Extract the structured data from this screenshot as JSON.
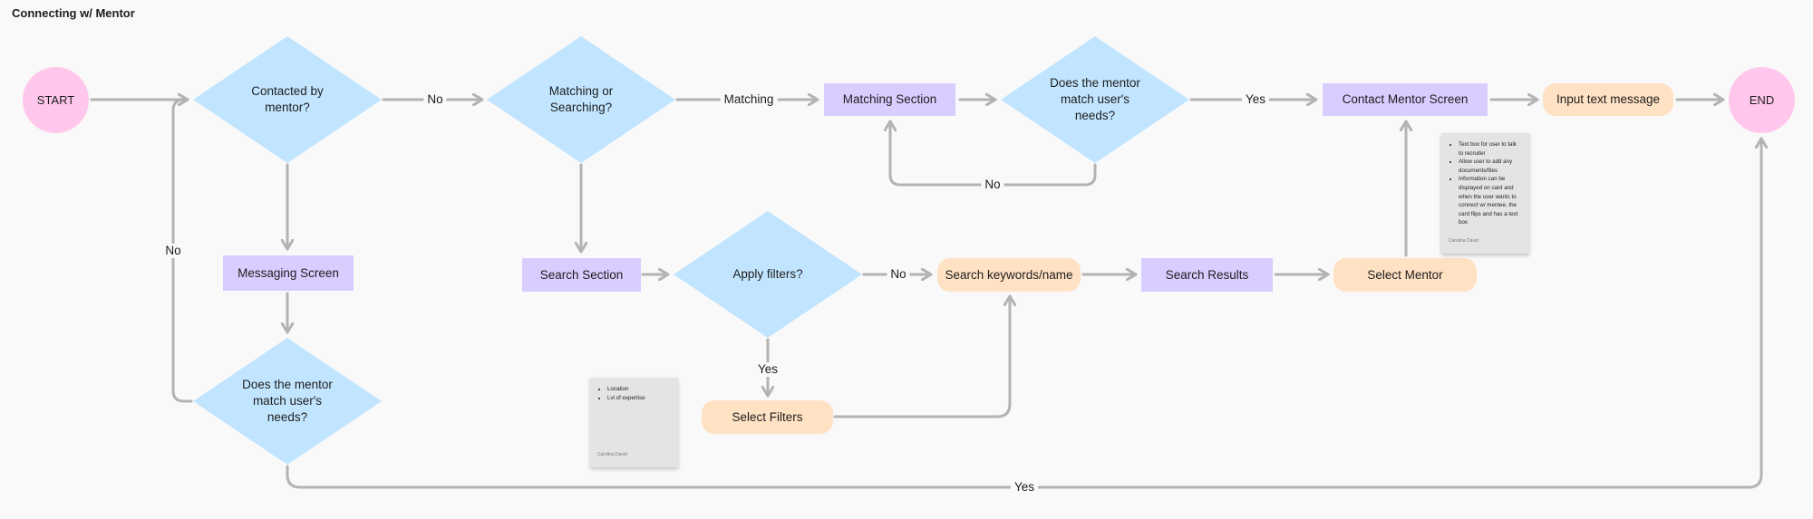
{
  "title": "Connecting w/ Mentor",
  "nodes": {
    "start": "START",
    "end": "END",
    "contacted": "Contacted by mentor?",
    "matching_or_searching": "Matching or Searching?",
    "matching_section": "Matching Section",
    "mentor_match_top": "Does the mentor match user's needs?",
    "contact_mentor_screen": "Contact Mentor Screen",
    "input_text_message": "Input text message",
    "messaging_screen": "Messaging Screen",
    "mentor_match_bottom": "Does the mentor match user's needs?",
    "search_section": "Search Section",
    "apply_filters": "Apply filters?",
    "search_keywords": "Search keywords/name",
    "search_results": "Search Results",
    "select_mentor": "Select Mentor",
    "select_filters": "Select Filters"
  },
  "edge_labels": {
    "no_contacted": "No",
    "matching": "Matching",
    "yes_top": "Yes",
    "no_loop_top": "No",
    "no_loop_left": "No",
    "no_filters": "No",
    "yes_filters": "Yes",
    "yes_bottom": "Yes"
  },
  "notes": {
    "filters": {
      "items": [
        "Location",
        "Lvl of expertise"
      ],
      "author": "Carolina David"
    },
    "contact": {
      "items": [
        "Text box for user to talk to recruiter",
        "Allow user to add any documents/files",
        "Information can be displayed on card and when the user wants to connect w/ mentee, the card flips and has a text box"
      ],
      "author": "Carolina David"
    }
  },
  "colors": {
    "terminal": "#ffc7ec",
    "decision": "#c2e5ff",
    "screen": "#d9ccff",
    "action": "#ffe1c4",
    "connector": "#b3b3b3",
    "note": "#e4e4e4"
  }
}
